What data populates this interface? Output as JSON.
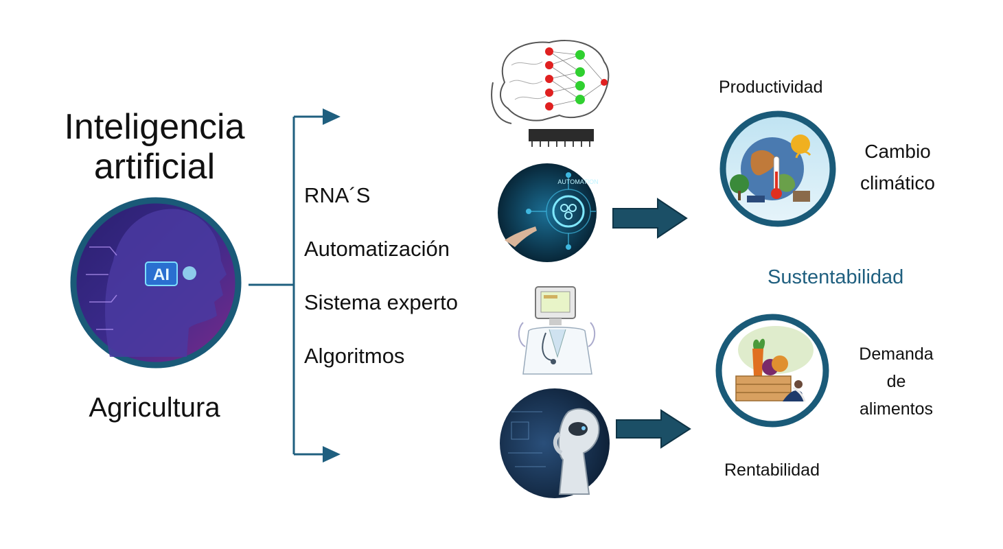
{
  "main": {
    "title_line1": "Inteligencia",
    "title_line2": "artificial",
    "subtitle": "Agricultura",
    "ai_badge": "AI"
  },
  "branches": {
    "items": [
      {
        "label": "RNA´S"
      },
      {
        "label": "Automatización"
      },
      {
        "label": "Sistema experto"
      },
      {
        "label": "Algoritmos"
      }
    ],
    "automation_badge": "AUTOMATION"
  },
  "outcomes": {
    "productividad": "Productividad",
    "cambio_line1": "Cambio",
    "cambio_line2": "climático",
    "sustentabilidad": "Sustentabilidad",
    "demanda_line1": "Demanda",
    "demanda_line2": "de",
    "demanda_line3": "alimentos",
    "rentabilidad": "Rentabilidad"
  },
  "colors": {
    "accent": "#1f5f7f",
    "arrow": "#1b4f66",
    "ring": "#1a5a78"
  },
  "icons": {
    "ai_head": "ai-head-icon",
    "brain": "brain-network-icon",
    "automation": "automation-icon",
    "doctor": "expert-system-icon",
    "robot": "robot-thinker-icon",
    "climate": "climate-earth-icon",
    "food": "food-crate-icon"
  }
}
